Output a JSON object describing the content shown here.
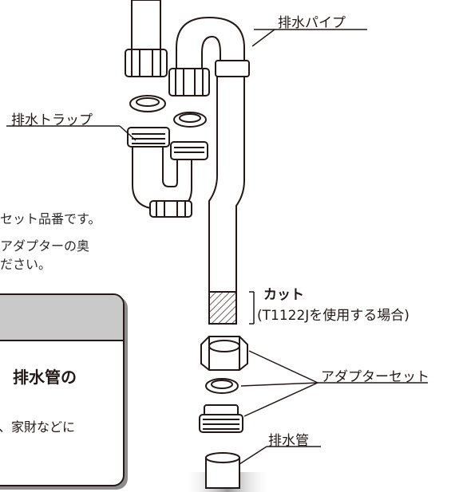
{
  "labels": {
    "drain_pipe": "排水パイプ",
    "drain_trap": "排水トラップ",
    "cut": "カット",
    "cut_note": "(T1122Jを使用する場合)",
    "adapter_set": "アダプターセット",
    "drain_tube": "排水管"
  },
  "side_note": {
    "line1": "セット品番です。",
    "line2": "アダプターの奥",
    "line3": "ださい。"
  },
  "callout_box": {
    "heading": "排水管の",
    "body": "、家財などに"
  },
  "colors": {
    "ink": "#231815",
    "panel_gray": "#c9c9c9",
    "shadow_gray": "#8c8c8c"
  }
}
